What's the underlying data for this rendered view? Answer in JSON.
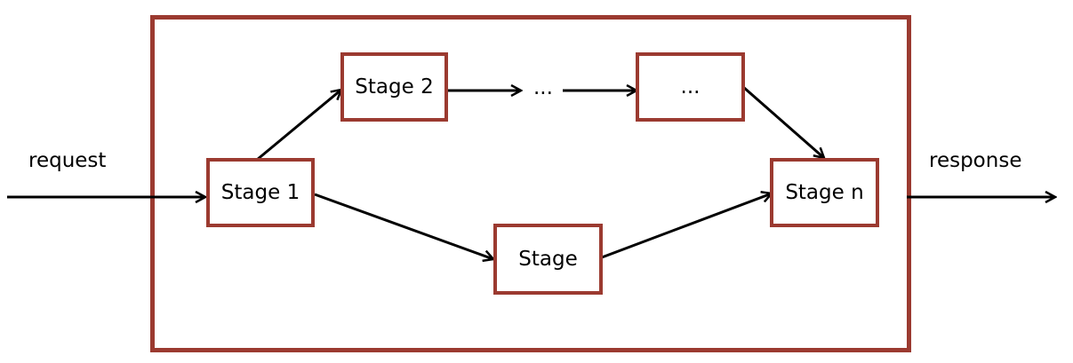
{
  "external": {
    "input_label": "request",
    "output_label": "response"
  },
  "stages": {
    "stage1": "Stage 1",
    "stage2": "Stage 2",
    "ellipsis_mid": "...",
    "ellipsis_box": "...",
    "stage_lower": "Stage",
    "stage_n": "Stage n"
  },
  "colors": {
    "box_border": "#9b3a30",
    "arrow": "#000000"
  }
}
